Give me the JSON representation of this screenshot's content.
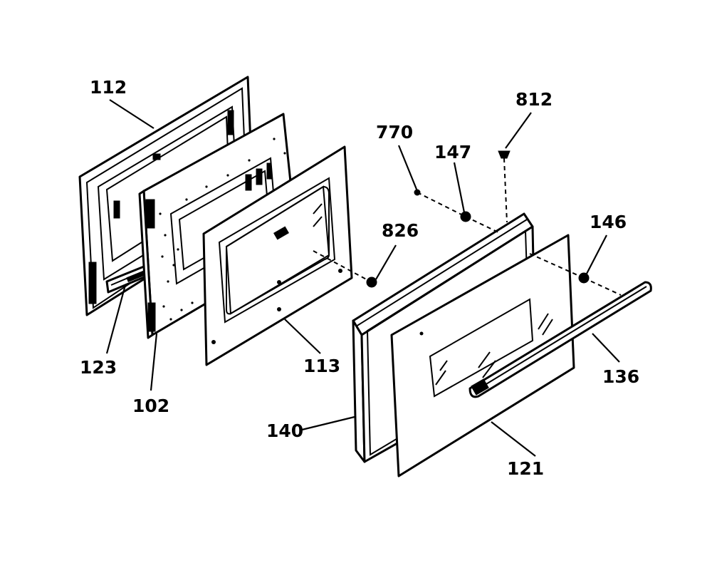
{
  "callouts": {
    "part_112": "112",
    "part_123": "123",
    "part_102": "102",
    "part_113": "113",
    "part_826": "826",
    "part_770": "770",
    "part_147": "147",
    "part_812": "812",
    "part_146": "146",
    "part_136": "136",
    "part_140": "140",
    "part_121": "121"
  },
  "colors": {
    "line": "#000000",
    "background": "#ffffff"
  }
}
